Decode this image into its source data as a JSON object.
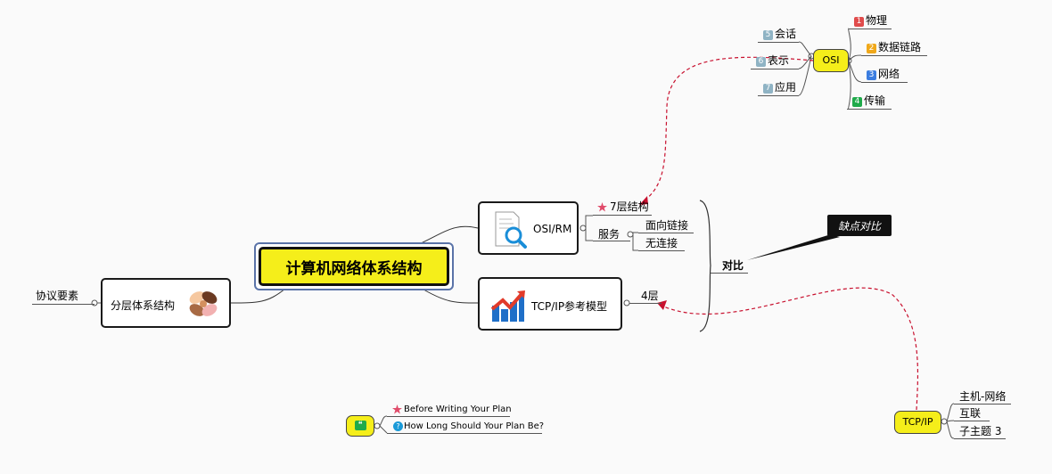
{
  "central": {
    "title": "计算机网络体系结构"
  },
  "layered": {
    "label": "分层体系结构",
    "icon": "hands-icon"
  },
  "protocol": {
    "label": "协议要素"
  },
  "osi_rm": {
    "label": "OSI/RM",
    "icon": "document-search-icon"
  },
  "tcpip_model": {
    "label": "TCP/IP参考模型",
    "icon": "trend-chart-icon"
  },
  "seven_layers": {
    "label": "7层结构",
    "marker": "star-icon"
  },
  "service": {
    "label": "服务"
  },
  "connection_oriented": {
    "label": "面向链接"
  },
  "connectionless": {
    "label": "无连接"
  },
  "four_layers": {
    "label": "4层"
  },
  "compare": {
    "label": "对比"
  },
  "callout": {
    "label": "缺点对比"
  },
  "osi": {
    "label": "OSI",
    "layers": [
      {
        "num": "1",
        "label": "物理",
        "color": "#e04b4b"
      },
      {
        "num": "2",
        "label": "数据链路",
        "color": "#f0a81a"
      },
      {
        "num": "3",
        "label": "网络",
        "color": "#3b7de0"
      },
      {
        "num": "4",
        "label": "传输",
        "color": "#1faa4a"
      },
      {
        "num": "5",
        "label": "会话",
        "color": "#8fb3c4"
      },
      {
        "num": "6",
        "label": "表示",
        "color": "#8fb3c4"
      },
      {
        "num": "7",
        "label": "应用",
        "color": "#8fb3c4"
      }
    ]
  },
  "tcpip": {
    "label": "TCP/IP",
    "children": [
      "主机-网络",
      "互联",
      "子主题 3"
    ]
  },
  "notes": {
    "items": [
      {
        "label": "Before Writing Your Plan",
        "icon": "star-icon"
      },
      {
        "label": "How Long Should Your Plan Be?",
        "icon": "question-icon"
      }
    ]
  },
  "colors": {
    "yellow": "#f5ee1a",
    "dashed": "#c8102e",
    "border": "#1a1a1a"
  }
}
